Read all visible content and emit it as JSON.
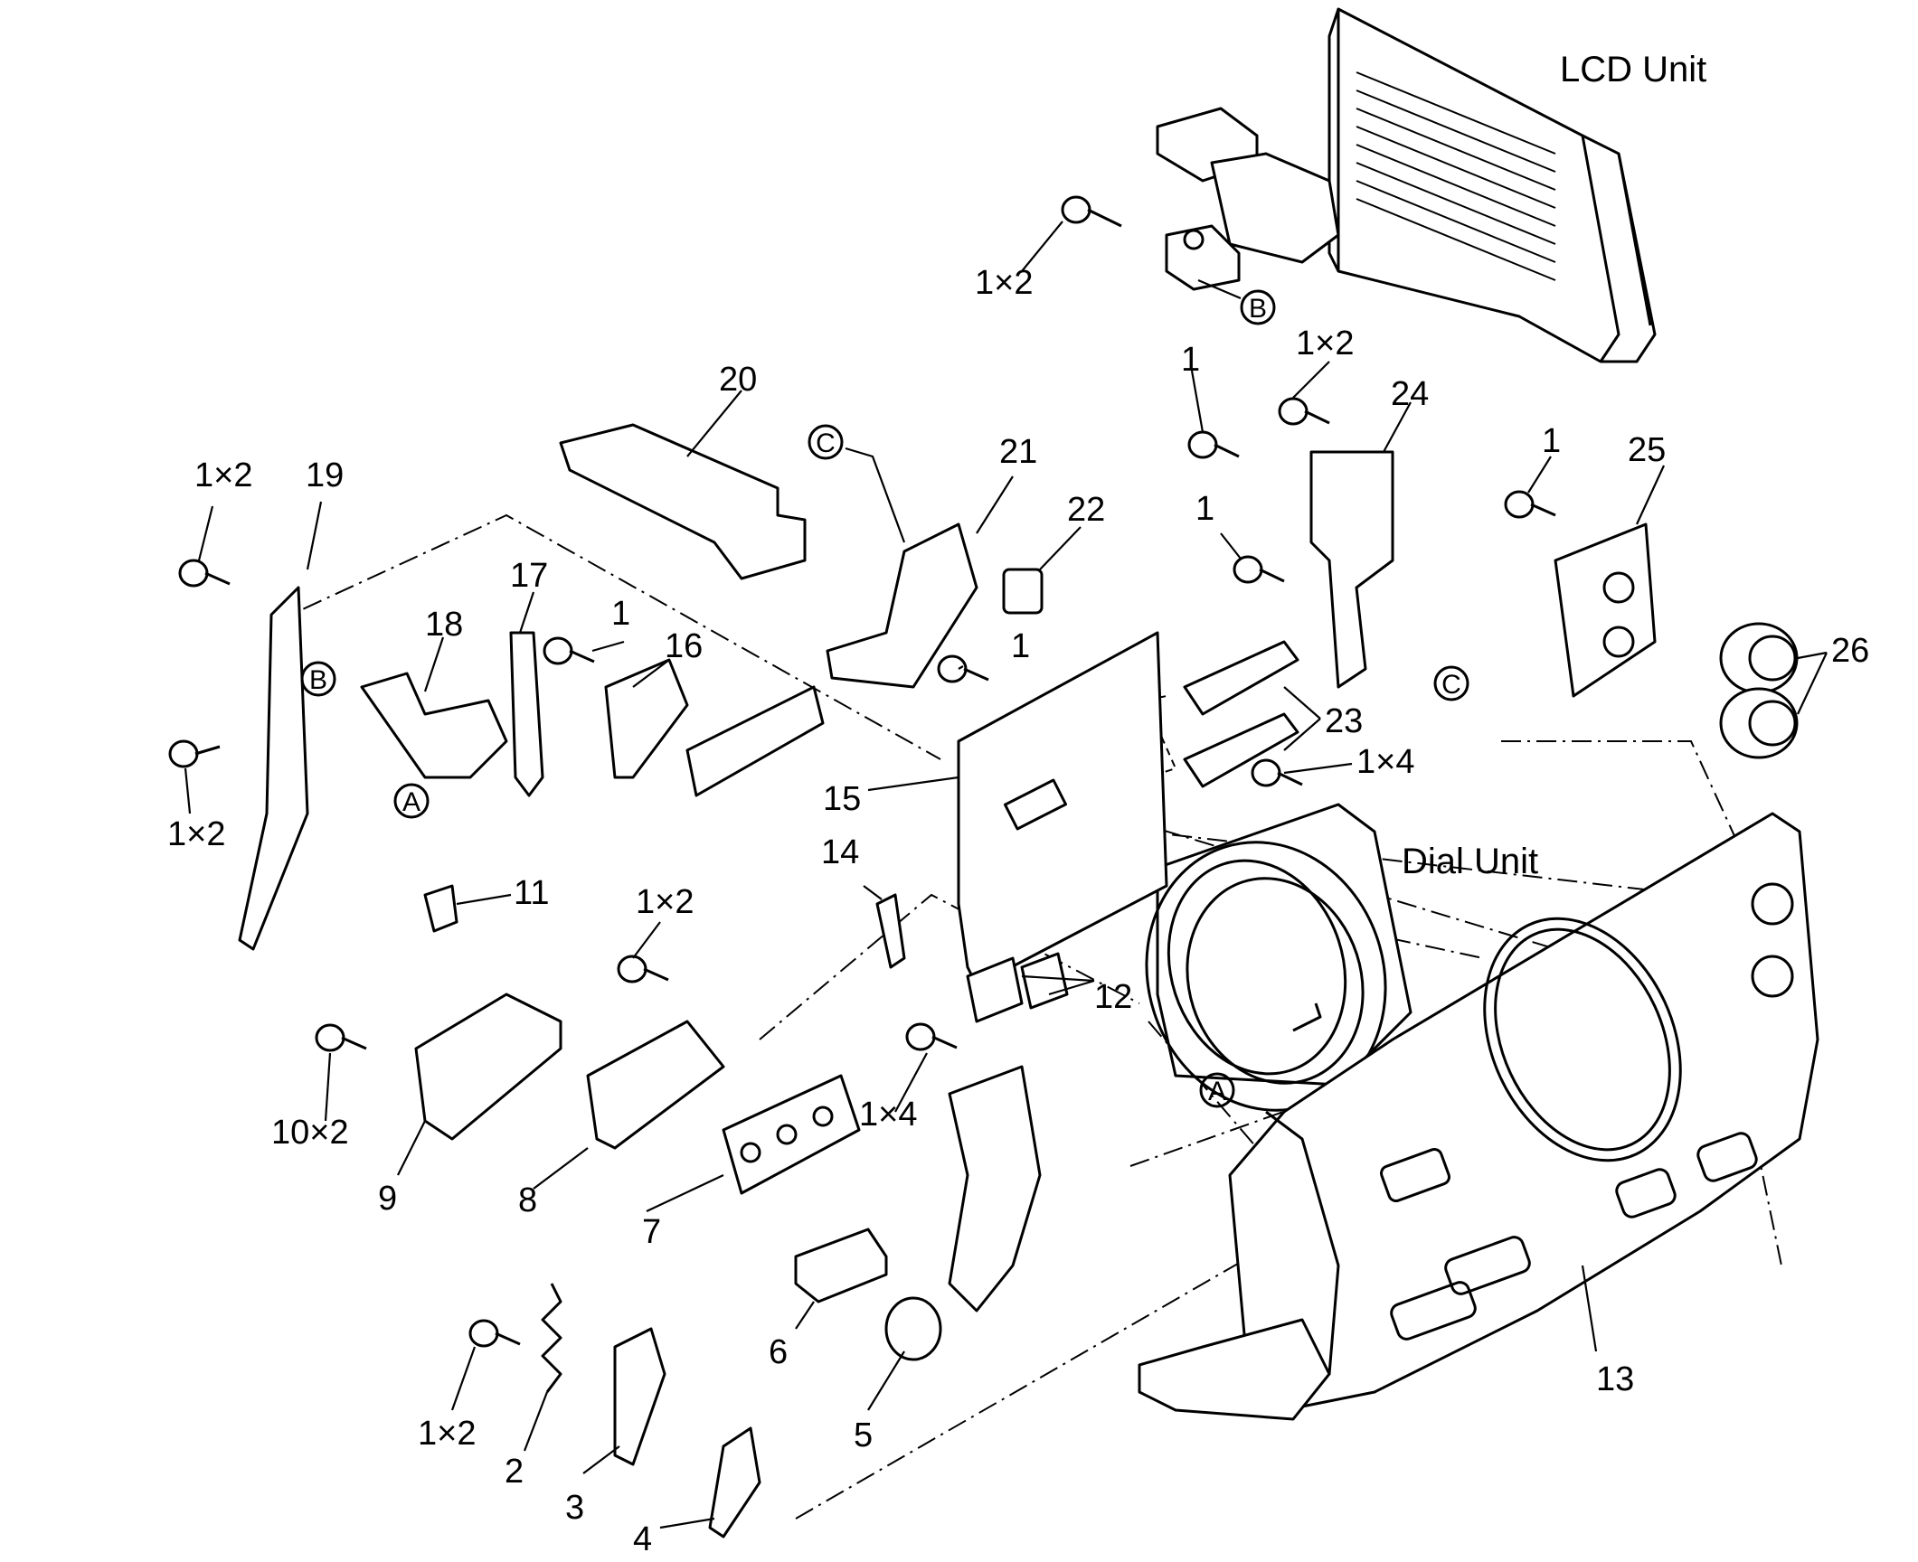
{
  "units": {
    "lcd": "LCD Unit",
    "dial": "Dial Unit"
  },
  "labels": {
    "p1a": "1",
    "p1b": "1",
    "p1c": "1",
    "p1d": "1",
    "p1e": "1",
    "p2": "2",
    "p3": "3",
    "p4": "4",
    "p5": "5",
    "p6": "6",
    "p7": "7",
    "p8": "8",
    "p9": "9",
    "p11": "11",
    "p12": "12",
    "p13": "13",
    "p14": "14",
    "p15": "15",
    "p16": "16",
    "p17": "17",
    "p18": "18",
    "p19": "19",
    "p20": "20",
    "p21": "21",
    "p22": "22",
    "p23": "23",
    "p24": "24",
    "p25": "25",
    "p26": "26",
    "s1x2_lcd": "1×2",
    "s1x2_top": "1×2",
    "s1x2_left_top": "1×2",
    "s1x2_left_bottom": "1×2",
    "s1x2_mid": "1×2",
    "s1x2_bottom": "1×2",
    "s1x4_right": "1×4",
    "s1x4_mid": "1×4",
    "s10x2": "10×2"
  },
  "refs": {
    "a": "A",
    "b": "B",
    "c": "C"
  }
}
